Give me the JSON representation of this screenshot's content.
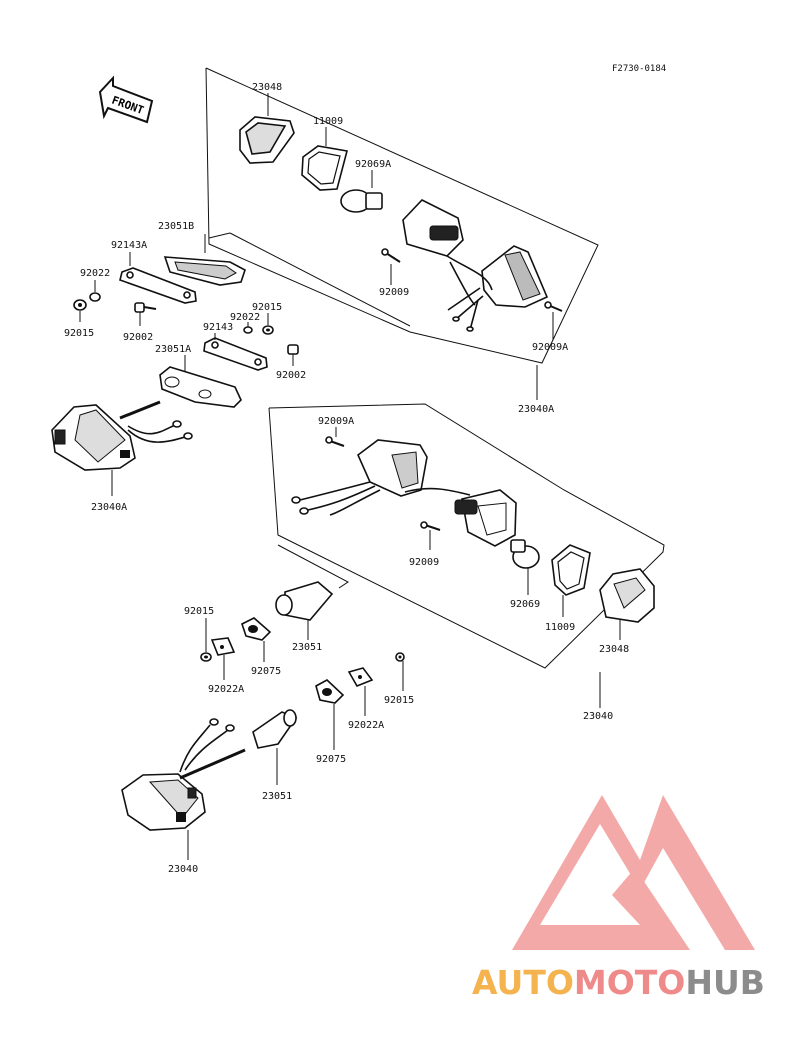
{
  "figure_code": "F2730-0184",
  "front_label": "FRONT",
  "brand": {
    "part1": "AUTO",
    "part2": "MOTO",
    "part3": "HUB",
    "color1": "#f5b350",
    "color2": "#ef8a8a",
    "color3": "#8c8c8c",
    "logo_color": "#f29a9a"
  },
  "parts": {
    "top_right": {
      "assembly": "23040A",
      "lens": "23048",
      "gasket": "11009",
      "bulb": "92069A",
      "screw1": "92009",
      "screw2": "92009A"
    },
    "left_bracket": {
      "bracket_b": "23051B",
      "plate_a": "92143A",
      "washer1": "92022",
      "nut1": "92015",
      "bolt1": "92002",
      "plate": "92143",
      "washer2": "92022",
      "nut2": "92015",
      "bolt2": "92002",
      "bracket_a": "23051A",
      "assembly": "23040A"
    },
    "mid_right": {
      "screw_a": "92009A",
      "screw": "92009",
      "bulb": "92069",
      "gasket": "11009",
      "lens": "23048",
      "assembly": "23040"
    },
    "bottom": {
      "nut1": "92015",
      "grommet1": "23051",
      "plate1": "92075",
      "washer1": "92022A",
      "nut2": "92015",
      "washer2": "92022A",
      "plate2": "92075",
      "grommet2": "23051",
      "assembly": "23040"
    }
  }
}
